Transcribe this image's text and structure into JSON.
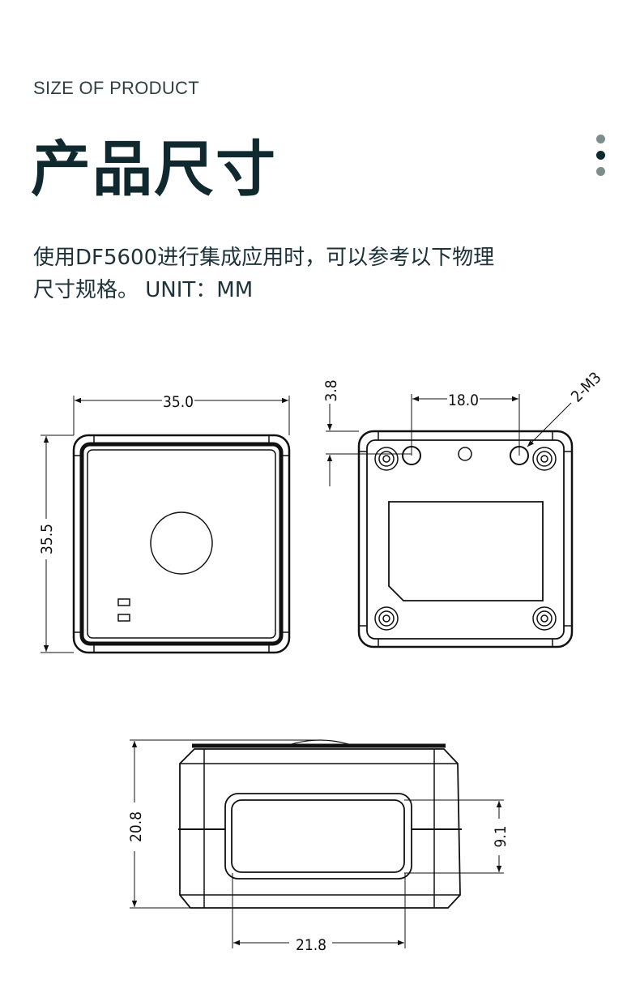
{
  "header": {
    "eyebrow": "SIZE OF PRODUCT",
    "title": "产品尺寸",
    "description_line1": "使用DF5600进行集成应用时，可以参考以下物理",
    "description_line2": "尺寸规格。 UNIT：MM"
  },
  "pager_dots": [
    {
      "state": "inactive",
      "color": "#7d8c8c"
    },
    {
      "state": "active",
      "color": "#10292f"
    },
    {
      "state": "inactive",
      "color": "#7d8c8c"
    }
  ],
  "drawings": {
    "front_view": {
      "width_label": "35.0",
      "height_label": "35.5"
    },
    "back_view": {
      "hole_spacing_label": "18.0",
      "edge_offset_label": "3.8",
      "hole_callout": "2-M3"
    },
    "side_view": {
      "height_label": "20.8",
      "window_height_label": "9.1",
      "window_width_label": "21.8"
    }
  },
  "colors": {
    "title": "#10292f",
    "text": "#1c3138",
    "line": "#111111"
  }
}
